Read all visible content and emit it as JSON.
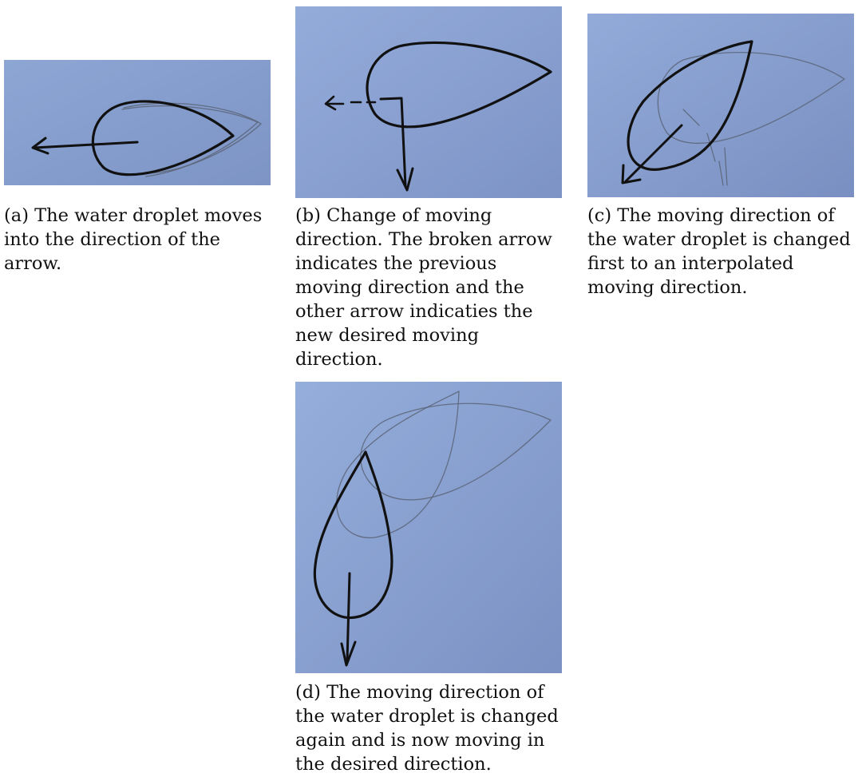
{
  "figure": {
    "subfigures": [
      {
        "id": "a",
        "caption": "(a) The water droplet moves into the direction of the arrow.",
        "sketch": "droplet-pointing-right-with-arrow-left",
        "paper_gradient": [
          "#8da6d4",
          "#7e95c6"
        ]
      },
      {
        "id": "b",
        "caption": "(b) Change of moving direction. The broken arrow indicates the previous moving direction and the other arrow indicaties the new desired moving direction.",
        "sketch": "droplet-with-broken-left-arrow-and-down-arrow",
        "paper_gradient": [
          "#93abd9",
          "#7f95c7"
        ]
      },
      {
        "id": "c",
        "caption": "(c) The moving direction of the water droplet is changed first to an interpolated moving direction.",
        "sketch": "droplet-rotated-diagonal-with-ghost-outline",
        "paper_gradient": [
          "#91aad8",
          "#7b90c2"
        ]
      },
      {
        "id": "d",
        "caption": "(d) The moving direction of the water droplet is changed again and is now moving in the desired direction.",
        "sketch": "droplet-pointing-up-with-down-arrow-and-ghost-outlines",
        "paper_gradient": [
          "#93acd9",
          "#7c92c4"
        ]
      }
    ]
  }
}
